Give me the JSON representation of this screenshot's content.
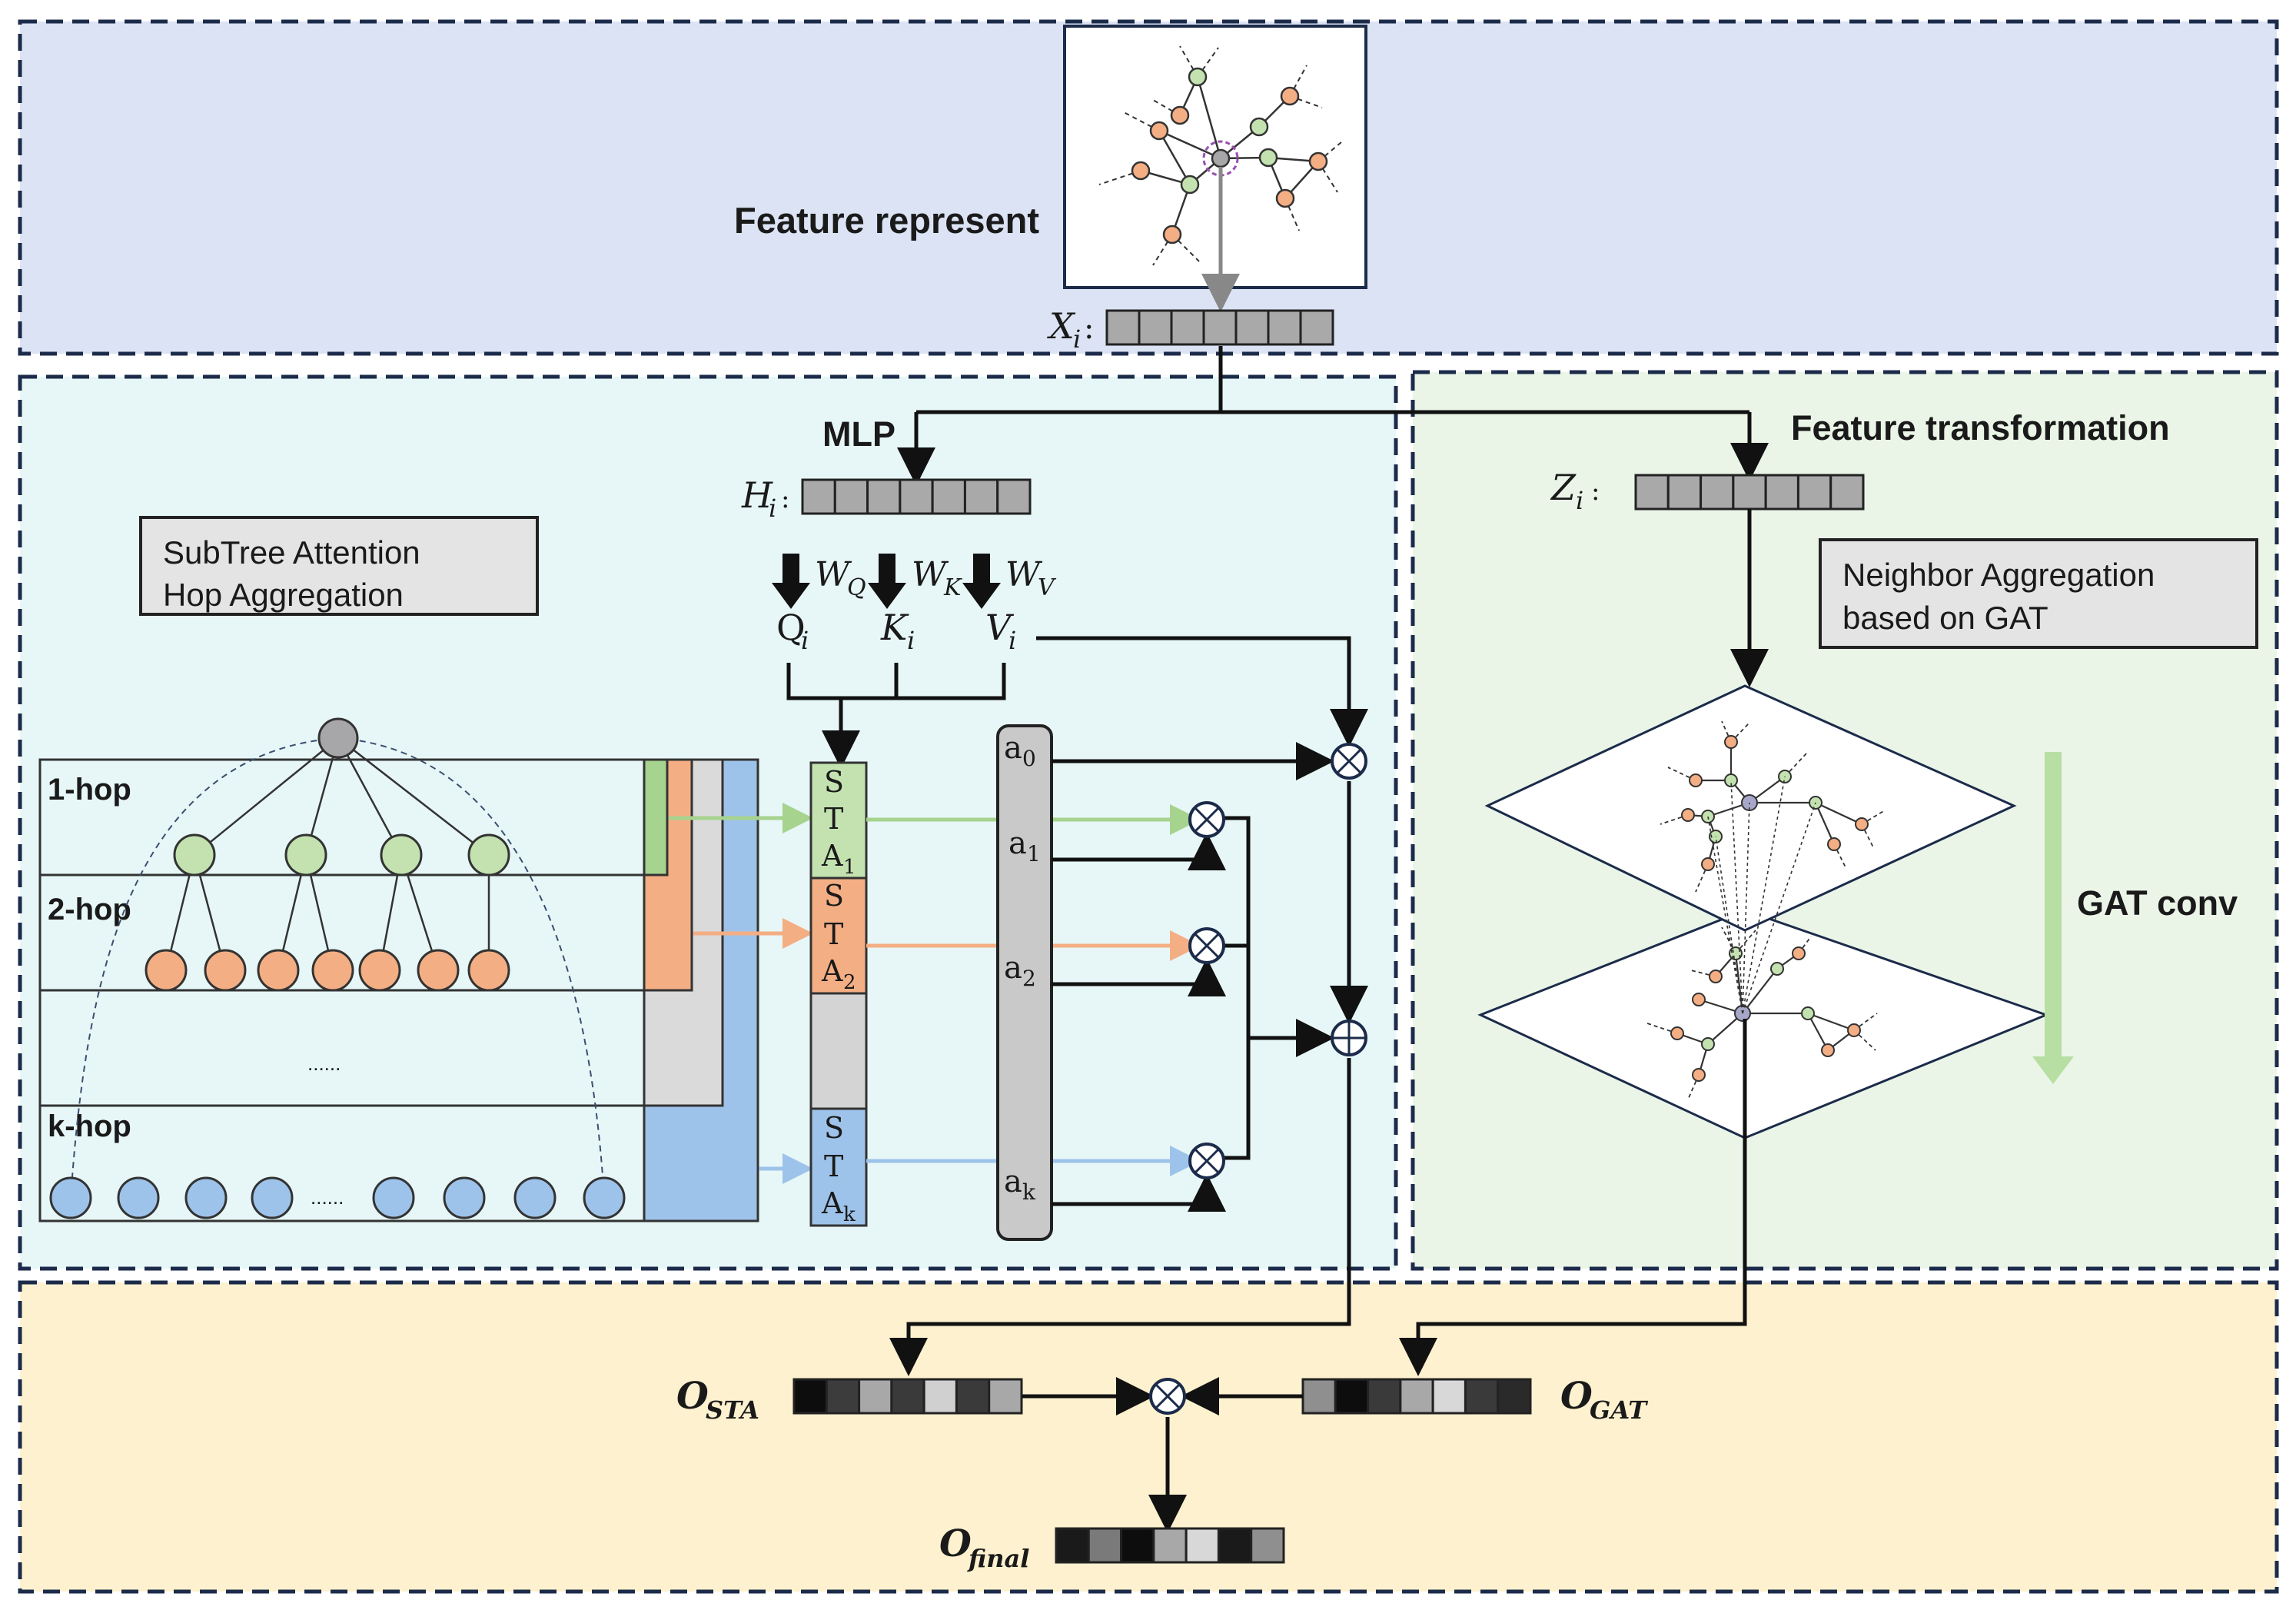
{
  "colors": {
    "top_panel": "#dbe3f4",
    "sta_panel": "#e7f7f7",
    "gat_panel": "#eaf5e8",
    "output_panel": "#fdf1cf",
    "green_node": "#c3e2b0",
    "orange_node": "#f4ae84",
    "blue_node": "#9ec3ea",
    "gray_node": "#a7a7a9",
    "arrow_green": "#a6d38e",
    "arrow_orange": "#f4ae84",
    "arrow_blue": "#9ec3ea"
  },
  "labels": {
    "feature_represent": "Feature represent",
    "mlp": "MLP",
    "feature_transformation": "Feature transformation",
    "sta_box_line1": "SubTree Attention",
    "sta_box_line2": "Hop Aggregation",
    "gat_box_line1": "Neighbor Aggregation",
    "gat_box_line2": "based on GAT",
    "gat_conv": "GAT conv",
    "hop1": "1-hop",
    "hop2": "2-hop",
    "hopk": "k-hop",
    "ellipsis": "......",
    "ellipsis_nodes": "......"
  },
  "math": {
    "x_base": "X",
    "x_sub": "i",
    "x_colon": ":",
    "h_base": "H",
    "h_sub": "i",
    "h_colon": ":",
    "z_base": "Z",
    "z_sub": "i",
    "z_colon": ":",
    "wq_base": "W",
    "wq_sub": "Q",
    "wk_base": "W",
    "wk_sub": "K",
    "wv_base": "W",
    "wv_sub": "V",
    "q_base": "Q",
    "q_sub": "i",
    "k_base": "K",
    "k_sub": "i",
    "v_base": "V",
    "v_sub": "i",
    "a0_base": "a",
    "a0_sub": "0",
    "a1_base": "a",
    "a1_sub": "1",
    "a2_base": "a",
    "a2_sub": "2",
    "ak_base": "a",
    "ak_sub": "k",
    "o_sta_base": "O",
    "o_sta_sub": "STA",
    "o_gat_base": "O",
    "o_gat_sub": "GAT",
    "o_final_base": "O",
    "o_final_sub": "final"
  },
  "sta_blocks": [
    {
      "l1": "S",
      "l2": "T",
      "l3": "A",
      "sub": "1"
    },
    {
      "l1": "S",
      "l2": "T",
      "l3": "A",
      "sub": "2"
    },
    {
      "l1": "S",
      "l2": "T",
      "l3": "A",
      "sub": "k"
    }
  ],
  "vectors": {
    "x_cells": [
      "#a9a9a9",
      "#a9a9a9",
      "#a9a9a9",
      "#a9a9a9",
      "#a9a9a9",
      "#a9a9a9",
      "#a9a9a9"
    ],
    "h_cells": [
      "#a9a9a9",
      "#a9a9a9",
      "#a9a9a9",
      "#a9a9a9",
      "#a9a9a9",
      "#a9a9a9",
      "#a9a9a9"
    ],
    "z_cells": [
      "#a9a9a9",
      "#a9a9a9",
      "#a9a9a9",
      "#a9a9a9",
      "#a9a9a9",
      "#a9a9a9",
      "#a9a9a9"
    ],
    "o_sta_cells": [
      "#0d0d0d",
      "#3c3c3c",
      "#a8a8a8",
      "#3a3a3a",
      "#d0d0d0",
      "#3a3a3a",
      "#a8a8a8"
    ],
    "o_gat_cells": [
      "#8f8f8f",
      "#0d0d0d",
      "#3a3a3a",
      "#a8a8a8",
      "#d8d8d8",
      "#3a3a3a",
      "#2a2a2a"
    ],
    "o_final_cells": [
      "#1a1a1a",
      "#7a7a7a",
      "#0d0d0d",
      "#a8a8a8",
      "#d8d8d8",
      "#1a1a1a",
      "#8f8f8f"
    ]
  }
}
